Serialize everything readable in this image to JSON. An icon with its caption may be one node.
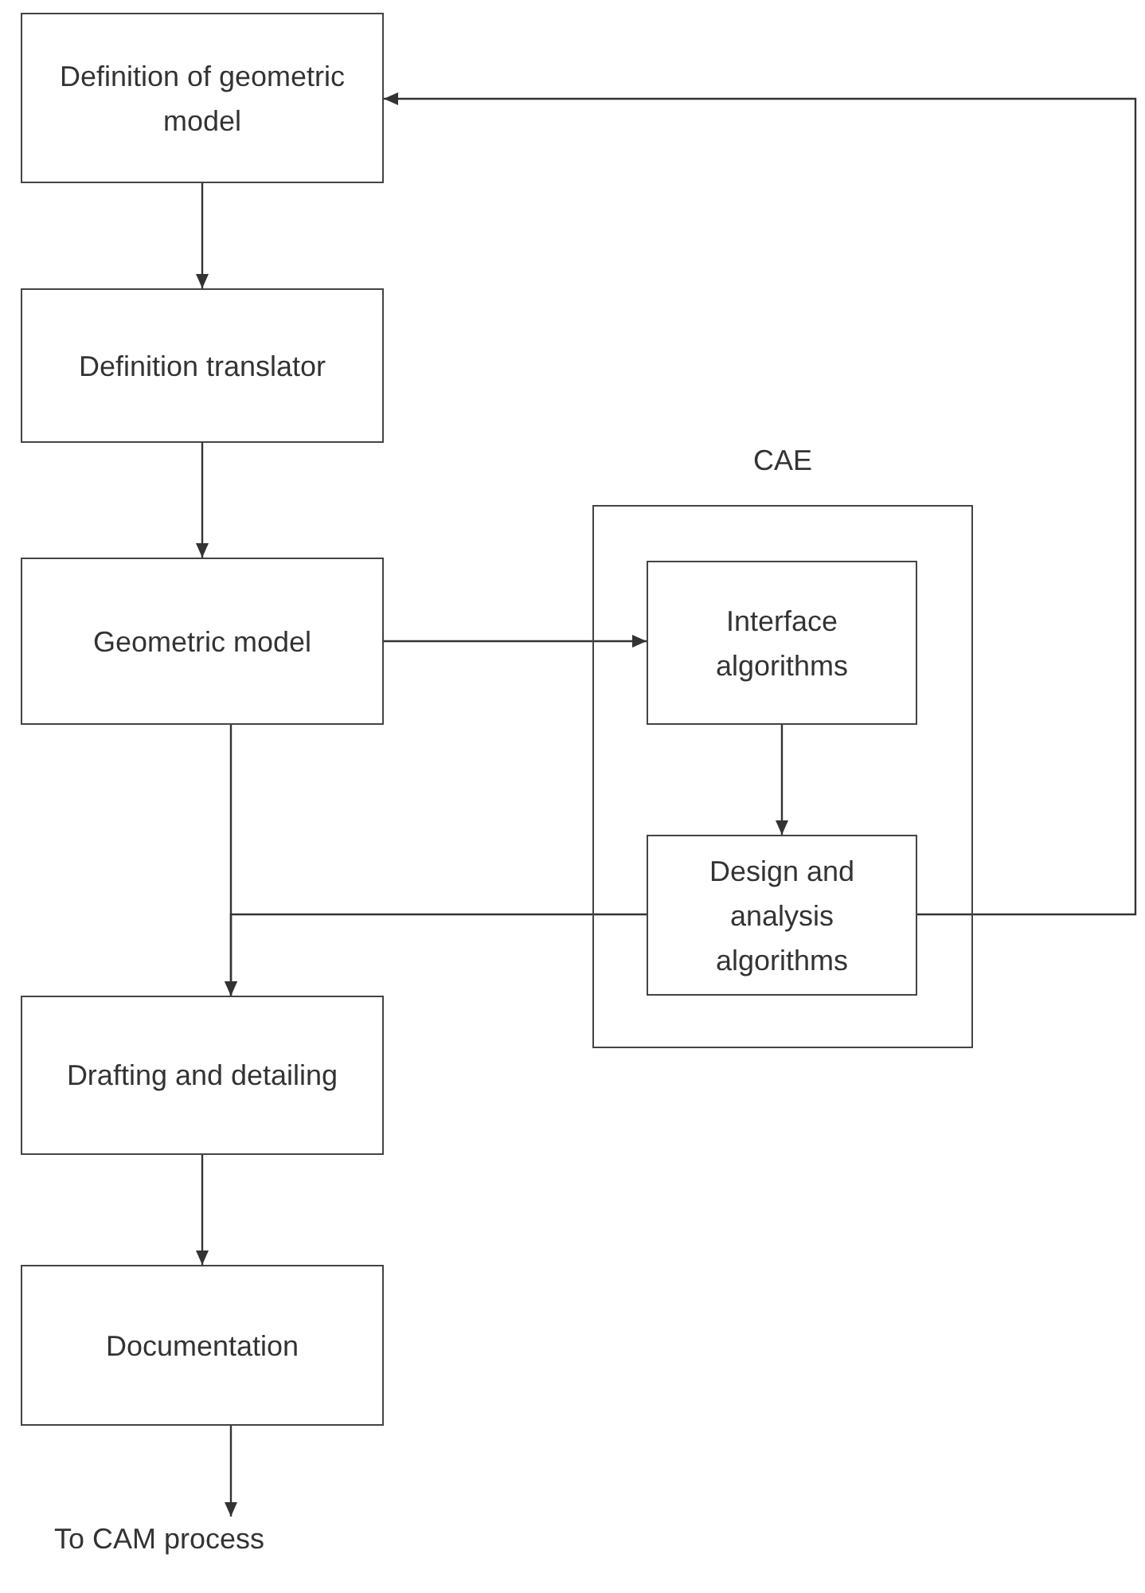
{
  "diagram": {
    "nodes": [
      {
        "text": [
          "Definition of geometric model"
        ]
      },
      {
        "text": [
          "Definition translator"
        ]
      },
      {
        "text": [
          "Geometric model"
        ]
      },
      {
        "text": [
          "CAE"
        ]
      },
      {
        "text": [
          "Interface algorithms"
        ],
        "in": 3
      },
      {
        "text": [
          "Design and analysis algorithms"
        ],
        "in": 3
      },
      {
        "text": [
          "Drafting and detailing"
        ]
      },
      {
        "text": [
          "Documentation"
        ]
      },
      {
        "text": [
          "To CAM process"
        ]
      }
    ],
    "edges": [
      {
        "from": 0,
        "to": 1,
        "arrow": "to"
      },
      {
        "from": 1,
        "to": 2,
        "arrow": "to"
      },
      {
        "from": 2,
        "to": 4,
        "arrow": "to"
      },
      {
        "from": 4,
        "to": 5,
        "arrow": "to"
      },
      {
        "from": 2,
        "to": 6,
        "arrow": "to"
      },
      {
        "from": 5,
        "to": 6,
        "arrow": "to"
      },
      {
        "from": 5,
        "to": 0,
        "arrow": "to"
      },
      {
        "from": 6,
        "to": 7,
        "arrow": "to"
      },
      {
        "from": 7,
        "to": 8,
        "arrow": "to"
      }
    ]
  }
}
